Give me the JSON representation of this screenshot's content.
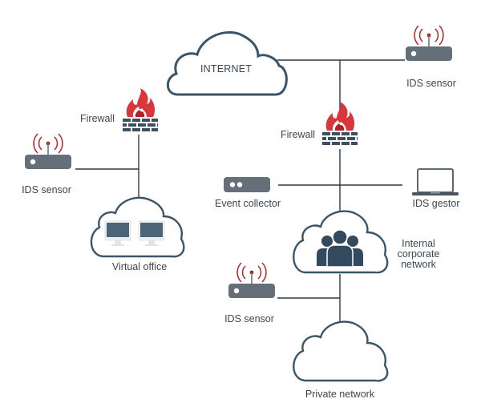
{
  "colors": {
    "line": "#2e3a44",
    "cloud_stroke": "#3b5568",
    "device": "#646f79",
    "device_dot": "#ffffff",
    "signal": "#b7222a",
    "flame_outer": "#d9363b",
    "flame_inner": "#b51f24",
    "brick": "#3d4f60",
    "monitor_screen": "#4b6478",
    "monitor_frame": "#ecf0f2",
    "people": "#334a5e",
    "laptop": "#4a5560"
  },
  "nodes": {
    "internet": {
      "label": "INTERNET",
      "icon": "cloud-icon"
    },
    "ids_top": {
      "label": "IDS sensor",
      "icon": "ids-sensor-icon"
    },
    "firewall_left": {
      "label": "Firewall",
      "icon": "firewall-icon"
    },
    "firewall_right": {
      "label": "Firewall",
      "icon": "firewall-icon"
    },
    "ids_left": {
      "label": "IDS sensor",
      "icon": "ids-sensor-icon"
    },
    "virtual_office": {
      "label": "Virtual office",
      "icon": "cloud-monitors-icon"
    },
    "event_collector": {
      "label": "Event collector",
      "icon": "server-icon"
    },
    "ids_gestor": {
      "label": "IDS gestor",
      "icon": "laptop-icon"
    },
    "internal_network": {
      "label_lines": [
        "Internal",
        "corporate",
        "network"
      ],
      "icon": "cloud-people-icon"
    },
    "ids_bottom": {
      "label": "IDS sensor",
      "icon": "ids-sensor-icon"
    },
    "private_network": {
      "label": "Private network",
      "icon": "cloud-icon"
    }
  },
  "connections": [
    [
      "internet",
      "ids_top"
    ],
    [
      "internet",
      "firewall_right"
    ],
    [
      "firewall_left",
      "ids_left"
    ],
    [
      "firewall_left",
      "virtual_office"
    ],
    [
      "firewall_right",
      "event_collector"
    ],
    [
      "firewall_right",
      "ids_gestor"
    ],
    [
      "firewall_right",
      "internal_network"
    ],
    [
      "internal_network",
      "ids_bottom"
    ],
    [
      "internal_network",
      "private_network"
    ]
  ]
}
